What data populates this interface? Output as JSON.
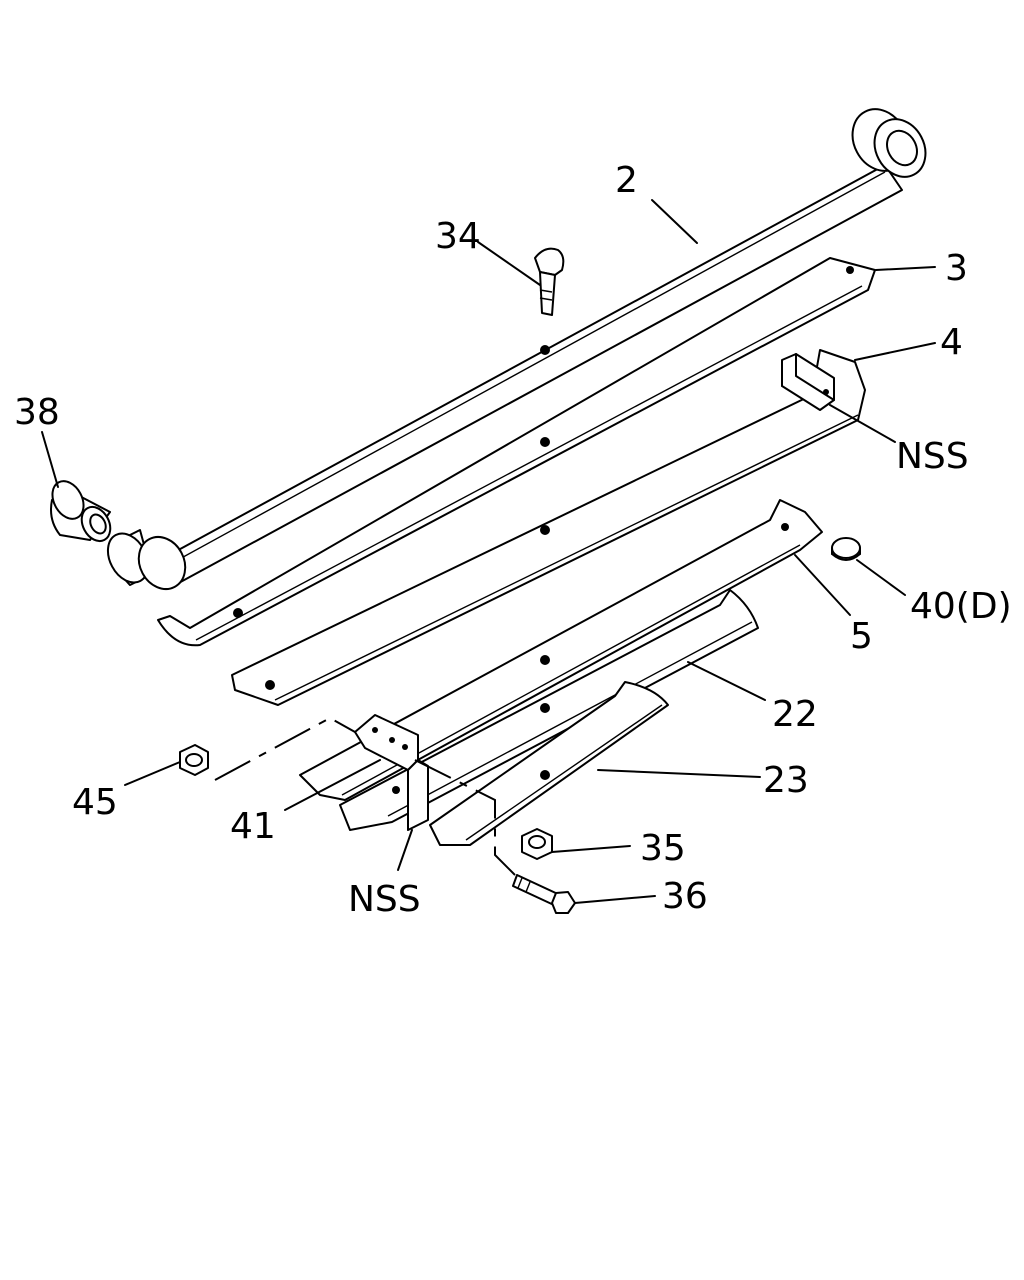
{
  "callouts": {
    "c2": "2",
    "c3": "3",
    "c4": "4",
    "c5": "5",
    "c22": "22",
    "c23": "23",
    "c34": "34",
    "c35": "35",
    "c36": "36",
    "c38": "38",
    "c40": "40(D)",
    "c41": "41",
    "c45": "45",
    "nss_upper": "NSS",
    "nss_lower": "NSS"
  }
}
